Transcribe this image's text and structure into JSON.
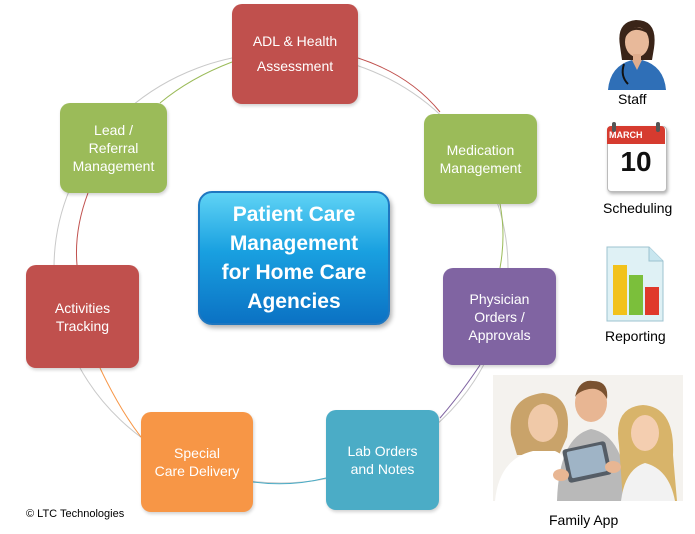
{
  "center_title": "Patient Care\nManagement\nfor Home Care\nAgencies",
  "nodes": {
    "adl": "ADL & Health\nAssessment",
    "medication": "Medication\nManagement",
    "physician": "Physician\nOrders /\nApprovals",
    "lab": "Lab Orders\nand Notes",
    "special_care": "Special\nCare Delivery",
    "activities": "Activities\nTracking",
    "lead": "Lead /\nReferral\nManagement"
  },
  "side_items": {
    "staff": "Staff",
    "scheduling": "Scheduling",
    "calendar_month": "MARCH",
    "calendar_day": "10",
    "reporting": "Reporting",
    "family_app": "Family App"
  },
  "copyright": "© LTC Technologies",
  "colors": {
    "red": "#c0504d",
    "green": "#9bbb59",
    "purple": "#8064a2",
    "teal": "#4bacc6",
    "orange": "#f79646",
    "center_blue": "#19a0e0"
  },
  "icons": [
    "nurse-photo",
    "calendar-icon",
    "bar-chart-document-icon",
    "family-tablet-photo"
  ]
}
